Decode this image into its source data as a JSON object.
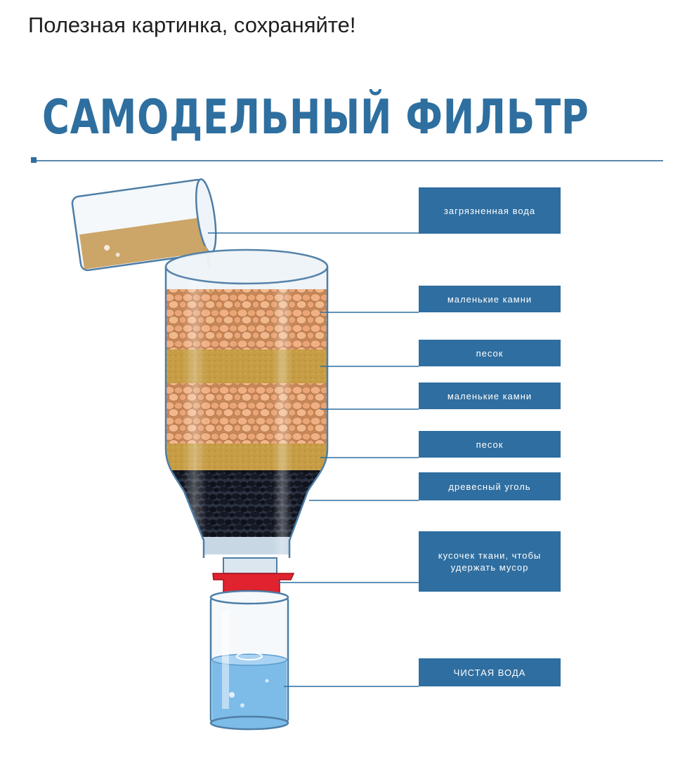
{
  "post": {
    "caption": "Полезная картинка, сохраняйте!"
  },
  "diagram": {
    "title": "САМОДЕЛЬНЫЙ ФИЛЬТР",
    "labels": {
      "dirty_water": "загрязненная вода",
      "small_stones_1": "маленькие камни",
      "sand_1": "песок",
      "small_stones_2": "маленькие камни",
      "sand_2": "песок",
      "charcoal": "древесный уголь",
      "cloth": "кусочек ткани, чтобы удержать мусор",
      "clean_water": "ЧИСТАЯ ВОДА"
    },
    "colors": {
      "accent": "#2f6ea0",
      "stones": "#e8a271",
      "sand": "#c9a24a",
      "charcoal": "#1e2430",
      "cap": "#e0232e",
      "dirty_water": "#c9a060",
      "clean_water": "#6fb3e6"
    }
  }
}
